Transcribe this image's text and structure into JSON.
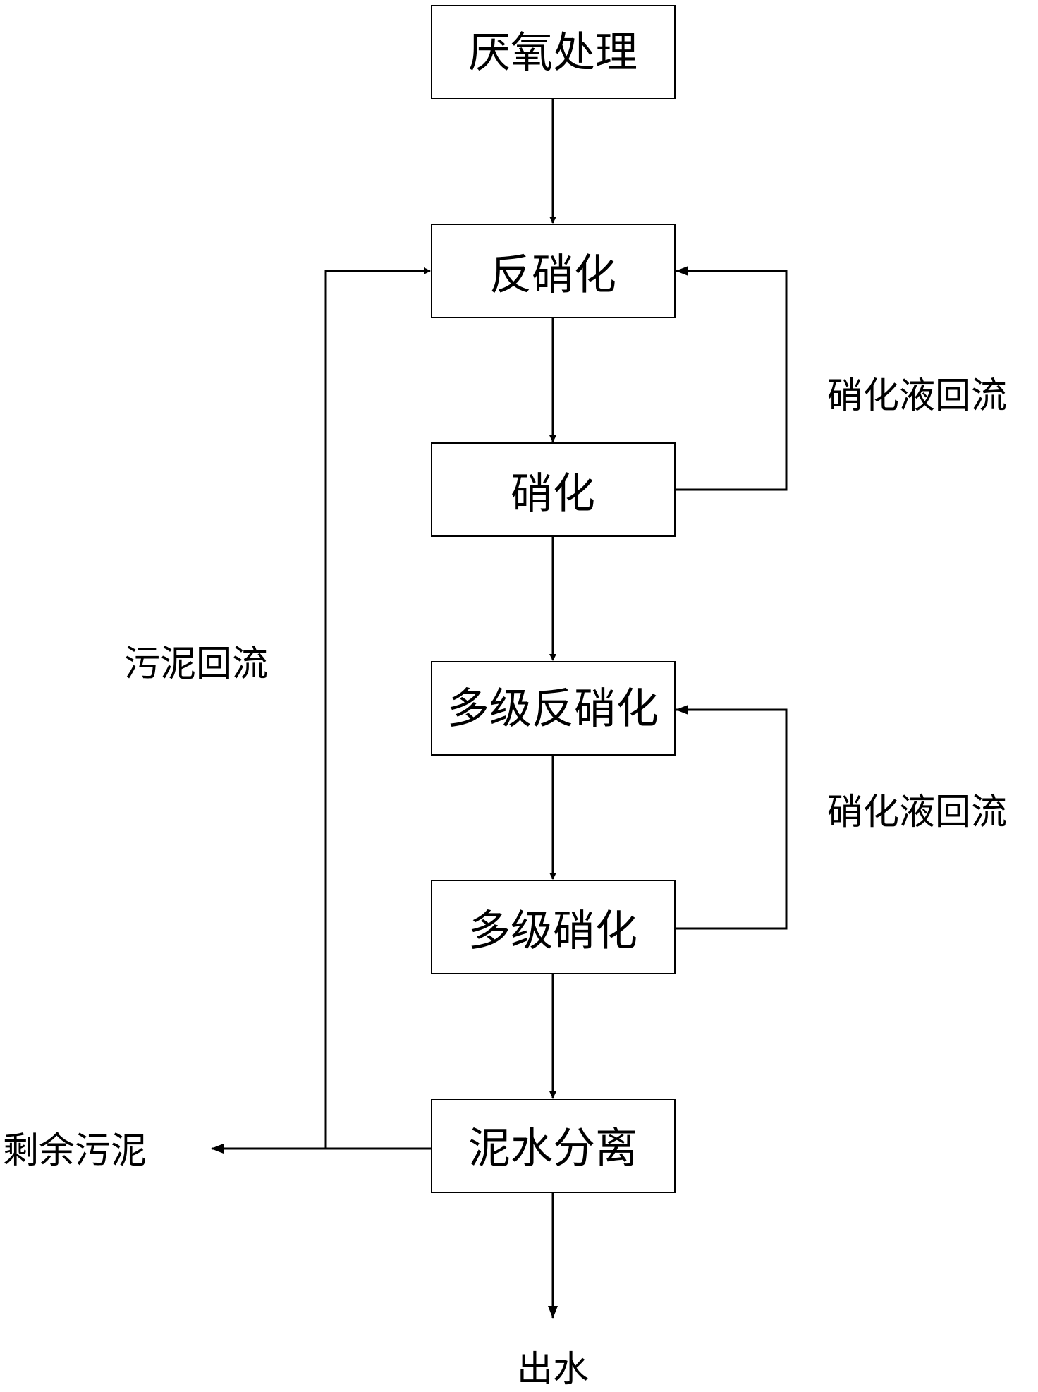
{
  "nodes": {
    "anaerobic": "厌氧处理",
    "denitrification": "反硝化",
    "nitrification": "硝化",
    "multi_denitrification": "多级反硝化",
    "multi_nitrification": "多级硝化",
    "separation": "泥水分离"
  },
  "labels": {
    "nitrate_recycle_1": "硝化液回流",
    "nitrate_recycle_2": "硝化液回流",
    "sludge_recycle": "污泥回流",
    "excess_sludge": "剩余污泥",
    "effluent": "出水"
  },
  "colors": {
    "line": "#000000",
    "box_fill": "#ffffff"
  }
}
